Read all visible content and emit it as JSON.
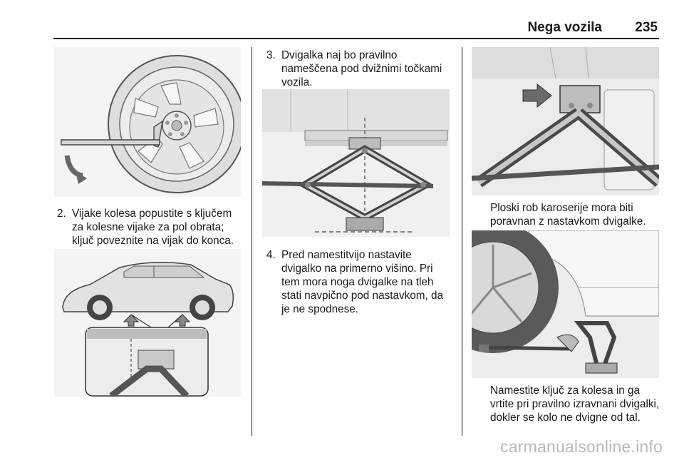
{
  "header": {
    "title": "Nega vozila",
    "page_number": "235"
  },
  "steps": [
    {
      "number": "2.",
      "text": "Vijake kolesa popustite s ključem za kolesne vijake za pol obrata; ključ poveznite na vijak do konca."
    },
    {
      "number": "3.",
      "text": "Dvigalka naj bo pravilno nameščena pod dvižnimi točkami vozila."
    },
    {
      "number": "4.",
      "text": "Pred namestitvijo nastavite dvigalko na primerno višino. Pri tem mora noga dvigalke na tleh stati navpično pod nastavkom, da je ne spodnese."
    }
  ],
  "notes": {
    "flange": "Ploski rob karoserije mora biti poravnan z nastavkom dvigalke.",
    "crank": "Namestite ključ za kolesa in ga vrtite pri pravilno izravnani dvigalki, dokler se kolo ne dvigne od tal."
  },
  "watermark": "carmanualsonline.info"
}
